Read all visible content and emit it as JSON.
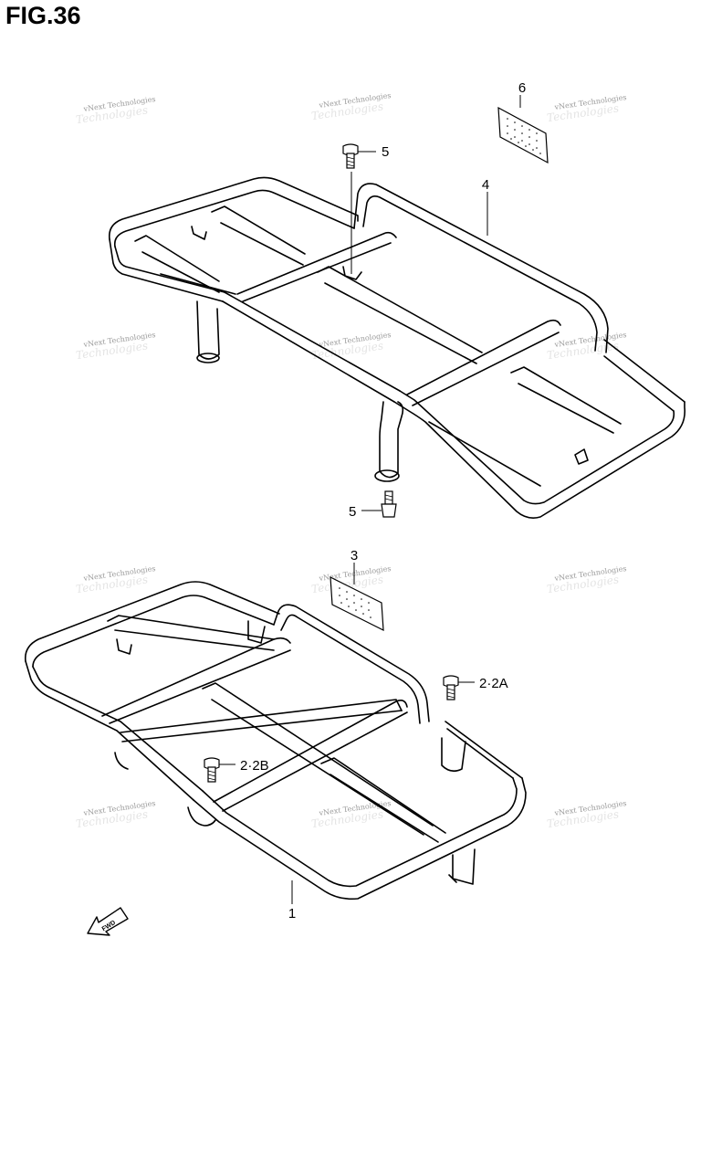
{
  "title": "FIG.36",
  "callouts": {
    "p1": "1",
    "p2a": "2·2A",
    "p2b": "2·2B",
    "p3": "3",
    "p4": "4",
    "p5_top": "5",
    "p5_bottom": "5",
    "p6": "6"
  },
  "watermark": {
    "text": "vNext Technologies",
    "back_text": "Technologies"
  },
  "fwd_label": "FWD",
  "icons": {
    "bolt": "bolt-icon",
    "reflector": "reflector-icon",
    "fwd_arrow": "fwd-arrow-icon"
  }
}
